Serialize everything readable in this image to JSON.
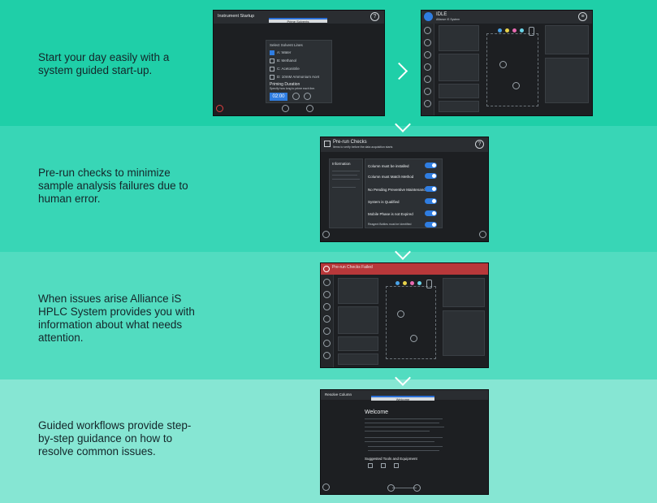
{
  "captions": {
    "step1": "Start your day easily with a system guided start-up.",
    "step2": "Pre-run checks to minimize sample analysis failures due to human error.",
    "step3": "When issues arise Alliance iS HPLC System provides you with information about what needs attention.",
    "step4": "Guided workflows provide step-by-step guidance on how to resolve common issues."
  },
  "startup": {
    "title": "Instrument Startup",
    "tab": "Prime Solvents",
    "select_label": "Select Solvent Lines",
    "lines": [
      "A: Water",
      "B: Methanol",
      "C: Acetonitrile",
      "D: 10mM Ammonium Acet"
    ],
    "priming_label": "Priming Duration",
    "priming_sub": "Specify how long to prime each line.",
    "duration": "02:00"
  },
  "idle": {
    "status": "IDLE",
    "sub": "Alliance iS System"
  },
  "prerun": {
    "title": "Pre-run Checks",
    "subtitle": "Items to verify before the data acquisition starts",
    "info_title": "Information",
    "checks": [
      "Column must be installed",
      "Column must Match Method",
      "No Pending Preventive Maintenance",
      "System is Qualified",
      "Mobile Phase is not Expired",
      "Reagent Bottles must be Identified"
    ]
  },
  "failed": {
    "title": "Pre-run Checks Failed"
  },
  "welcome": {
    "title": "Resolve Column",
    "tab": "Welcome",
    "heading": "Welcome",
    "tools_heading": "Suggested Tools and Equipment"
  }
}
